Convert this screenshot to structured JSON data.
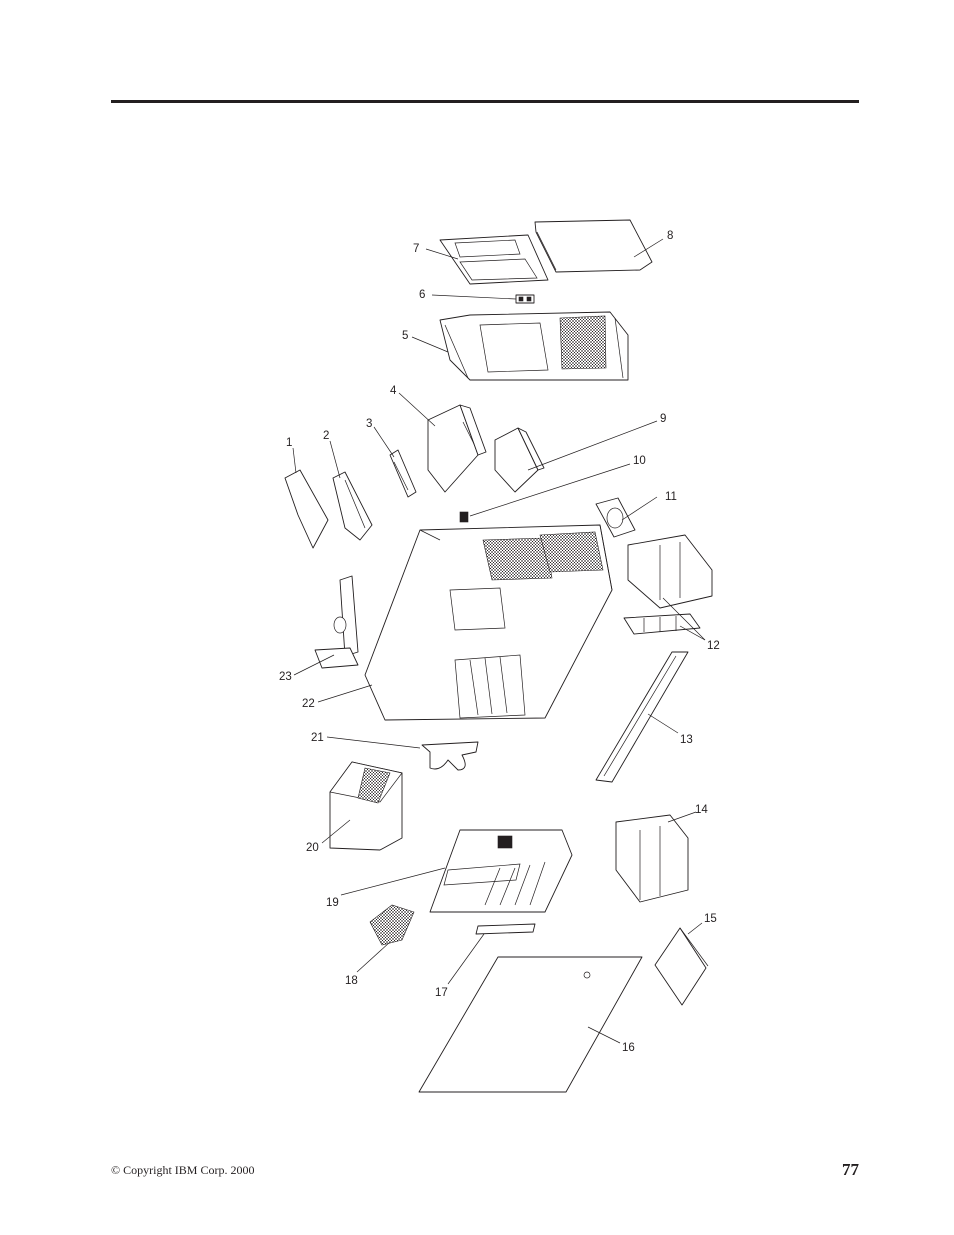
{
  "figure": {
    "callouts": [
      "1",
      "2",
      "3",
      "4",
      "5",
      "6",
      "7",
      "8",
      "9",
      "10",
      "11",
      "12",
      "13",
      "14",
      "15",
      "16",
      "17",
      "18",
      "19",
      "20",
      "21",
      "22",
      "23"
    ]
  },
  "footer": {
    "copyright": "© Copyright IBM Corp. 2000",
    "page_number": "77"
  }
}
